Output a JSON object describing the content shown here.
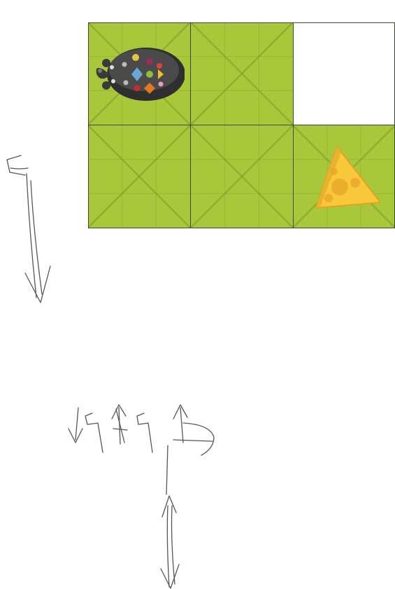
{
  "board": {
    "rows": 2,
    "cols": 3,
    "cells": [
      [
        "green-mouse",
        "green",
        "blank"
      ],
      [
        "green",
        "green",
        "green-cheese"
      ]
    ]
  },
  "icons": {
    "robot": "robot-mouse-icon",
    "goal": "cheese-icon"
  },
  "colors": {
    "grass": "#a9c73a",
    "grid_line": "#3a4a2a",
    "mouse_body": "#3b3b3b",
    "cheese": "#f5c23a",
    "pencil": "#555555"
  },
  "handwriting": {
    "description_symbols": [
      "↓",
      "↰",
      "↑",
      "↰",
      "↑",
      "↱",
      "↕"
    ]
  }
}
